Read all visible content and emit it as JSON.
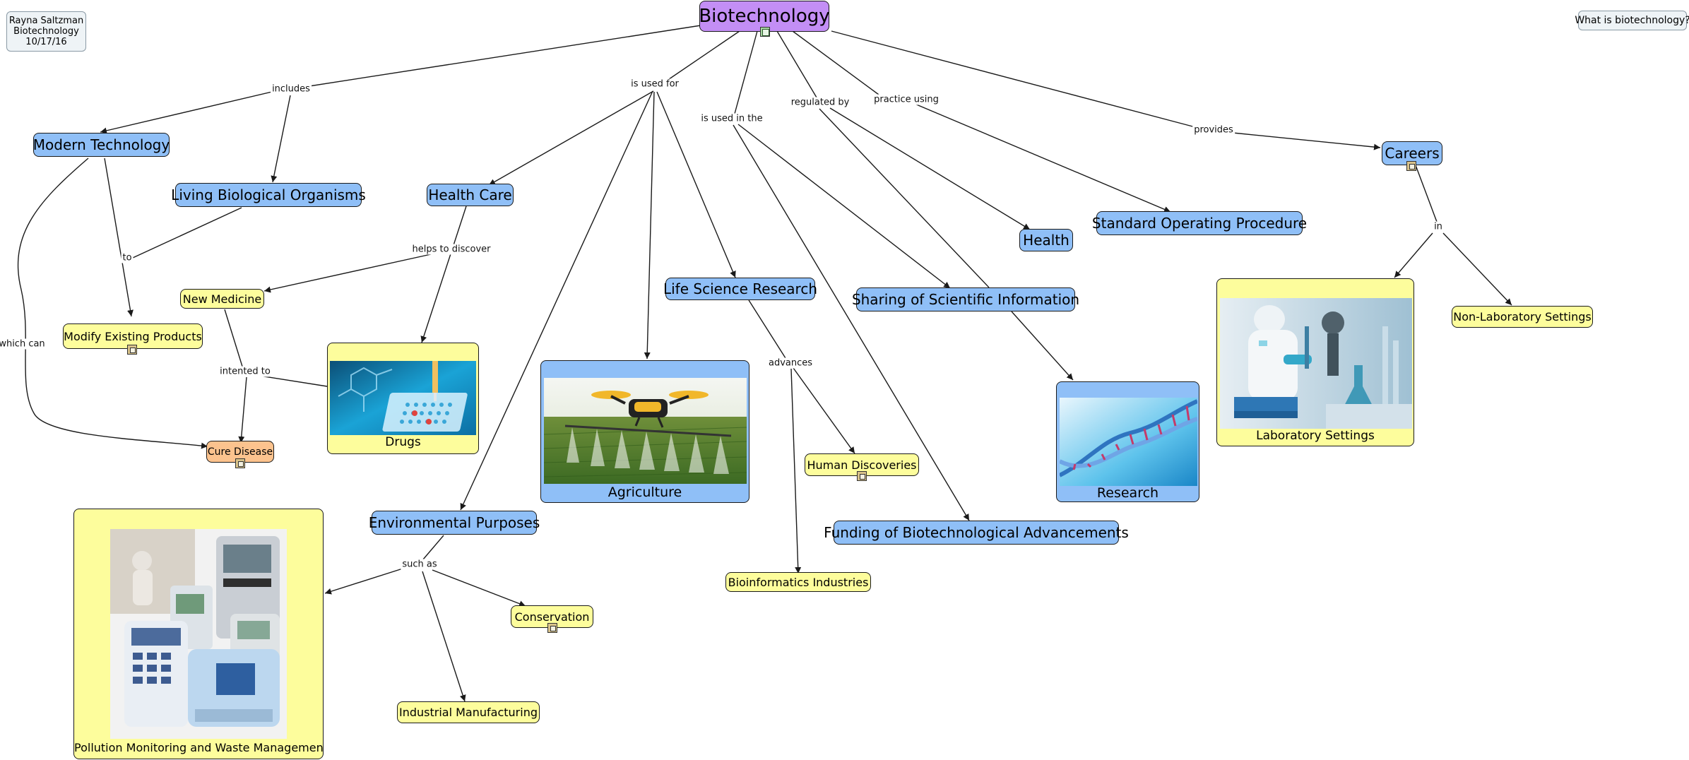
{
  "nodes": {
    "center": "Biotechnology",
    "modern_technology": "Modern Technology",
    "living_organisms": "Living Biological Organisms",
    "health_care": "Health Care",
    "new_medicine": "New Medicine",
    "modify_products": "Modify Existing Products",
    "cure_disease": "Cure Disease",
    "drugs": "Drugs",
    "agriculture": "Agriculture",
    "life_science": "Life Science Research",
    "sharing_info": "Sharing of Scientific Information",
    "health": "Health",
    "sop": "Standard Operating Procedure",
    "careers": "Careers",
    "lab_settings": "Laboratory Settings",
    "non_lab": "Non-Laboratory Settings",
    "research": "Research",
    "human_discoveries": "Human Discoveries",
    "funding": "Funding of Biotechnological Advancements",
    "bioinformatics": "Bioinformatics Industries",
    "environmental": "Environmental Purposes",
    "conservation": "Conservation",
    "industrial": "Industrial Manufacturing",
    "pollution": "Pollution Monitoring and Waste Management"
  },
  "links": {
    "includes": "includes",
    "is_used_for": "is used for",
    "is_used_in_the": "is used in the",
    "regulated_by": "regulated by",
    "practice_using": "practice using",
    "provides": "provides",
    "which_can": "which can",
    "to": "to",
    "helps_to_discover": "helps to discover",
    "intented_to": "intented to",
    "advances": "advances",
    "in": "in",
    "such_as": "such as"
  },
  "info": {
    "author": "Rayna Saltzman",
    "subject": "Biotechnology",
    "date": "10/17/16",
    "question": "What is biotechnology?"
  },
  "colors": {
    "concept_blue": "#8fbff7",
    "concept_yellow": "#fdfd9c",
    "concept_orange": "#fcc38e",
    "root_purple": "#c38ef5",
    "line": "#1a1a1a"
  },
  "icons": [
    "resource-icon",
    "link-icon"
  ]
}
